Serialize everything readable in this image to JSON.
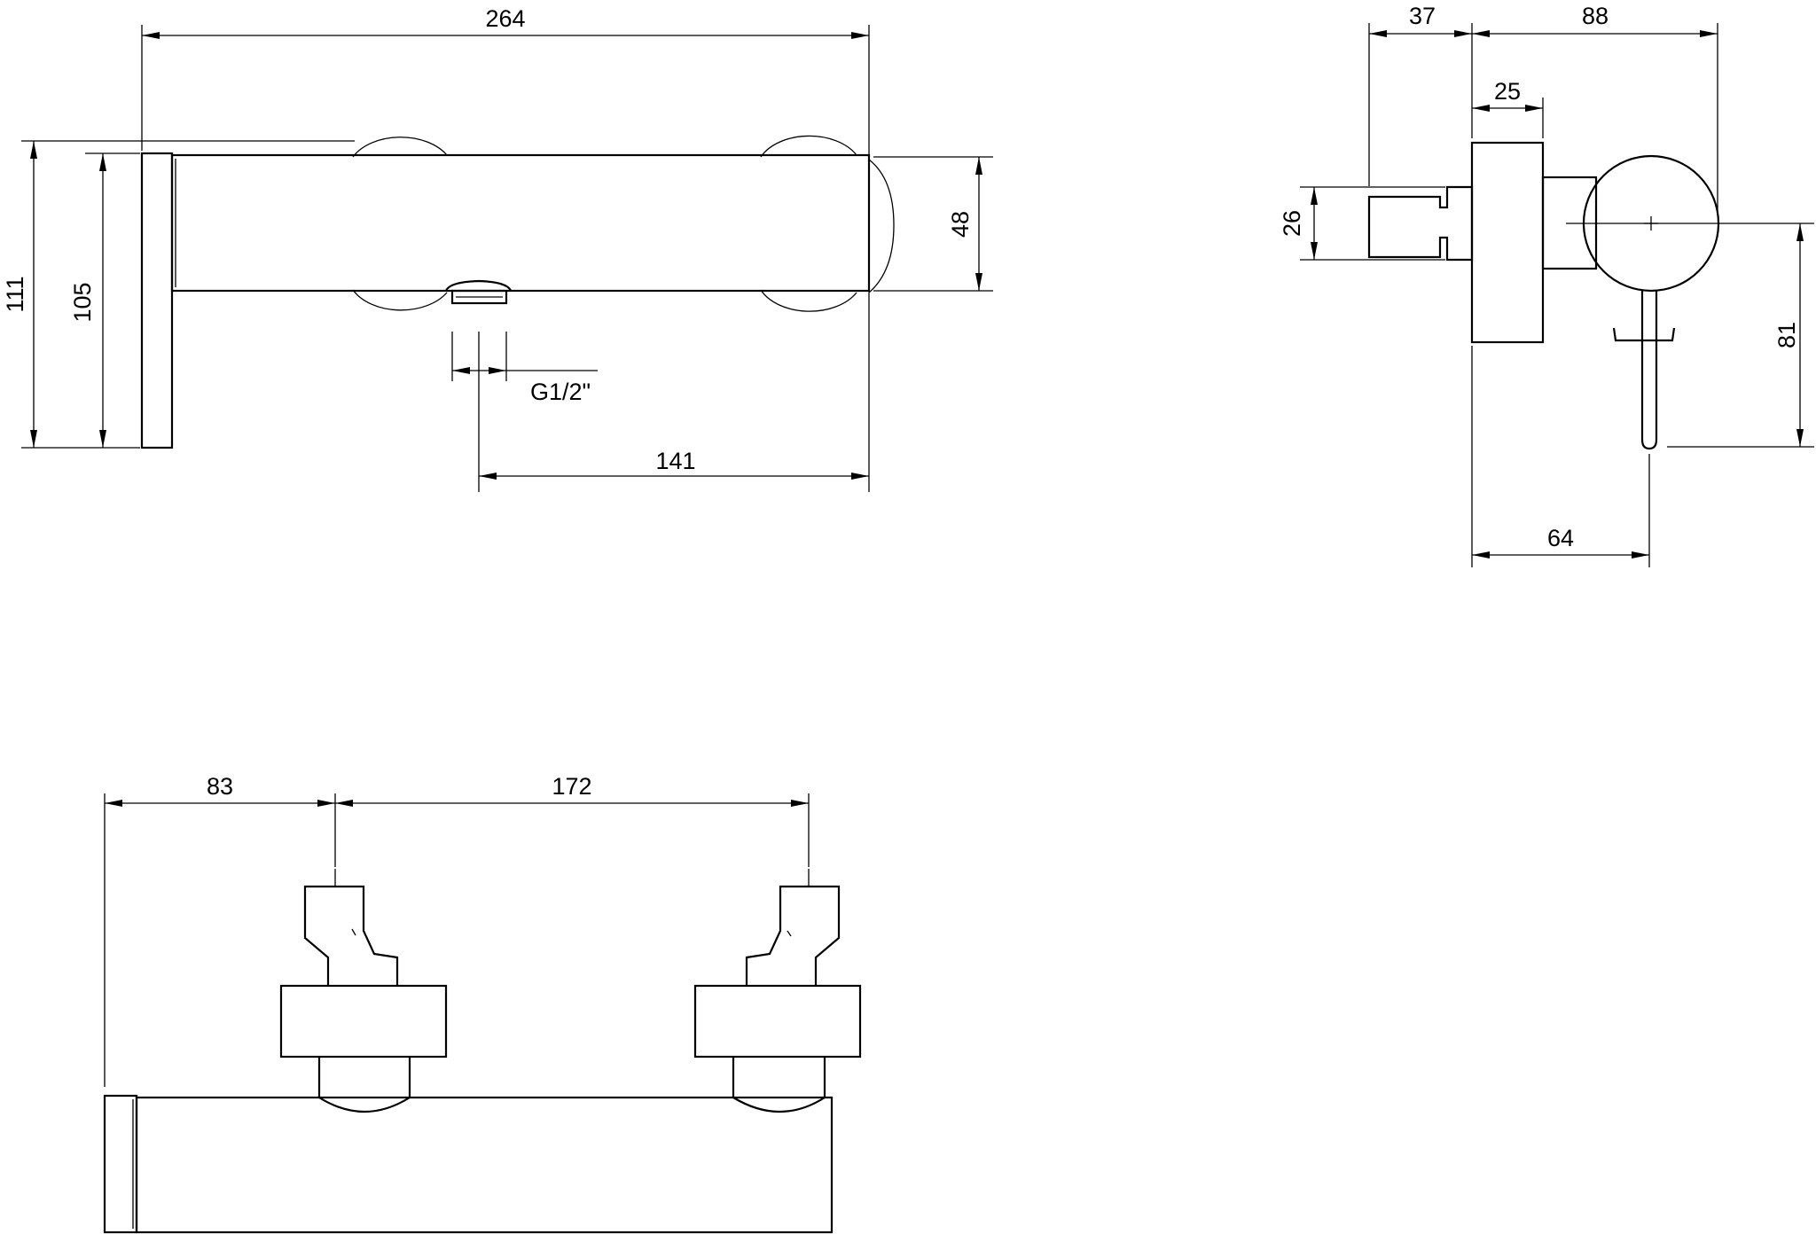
{
  "drawing": {
    "views": [
      {
        "id": "front-view",
        "dimensions": [
          {
            "id": "overall-width",
            "label": "264"
          },
          {
            "id": "total-height",
            "label": "111"
          },
          {
            "id": "plate-height",
            "label": "105"
          },
          {
            "id": "body-height",
            "label": "48"
          },
          {
            "id": "outlet-thread",
            "label": "G1/2\""
          },
          {
            "id": "outlet-offset",
            "label": "141"
          }
        ]
      },
      {
        "id": "side-view",
        "dimensions": [
          {
            "id": "connector-depth",
            "label": "37"
          },
          {
            "id": "side-depth",
            "label": "88"
          },
          {
            "id": "rosette-depth",
            "label": "25"
          },
          {
            "id": "connector-height",
            "label": "26"
          },
          {
            "id": "lever-length",
            "label": "81"
          },
          {
            "id": "lever-offset",
            "label": "64"
          }
        ]
      },
      {
        "id": "top-view",
        "dimensions": [
          {
            "id": "inlet-offset",
            "label": "83"
          },
          {
            "id": "inlet-spacing",
            "label": "172"
          }
        ]
      }
    ]
  }
}
